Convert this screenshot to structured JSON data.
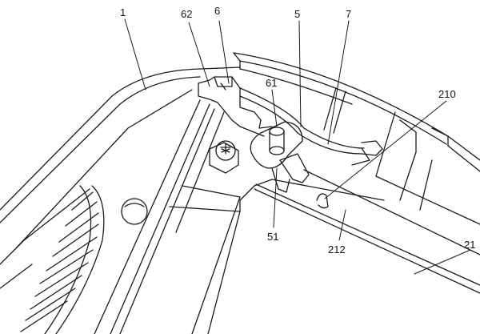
{
  "figure": {
    "callouts": {
      "c1": "1",
      "c62": "62",
      "c6": "6",
      "c5": "5",
      "c7": "7",
      "c61": "61",
      "c210": "210",
      "c51": "51",
      "c212": "212",
      "c21": "21"
    },
    "colors": {
      "line": "#1a1a1a",
      "background": "#ffffff"
    }
  }
}
